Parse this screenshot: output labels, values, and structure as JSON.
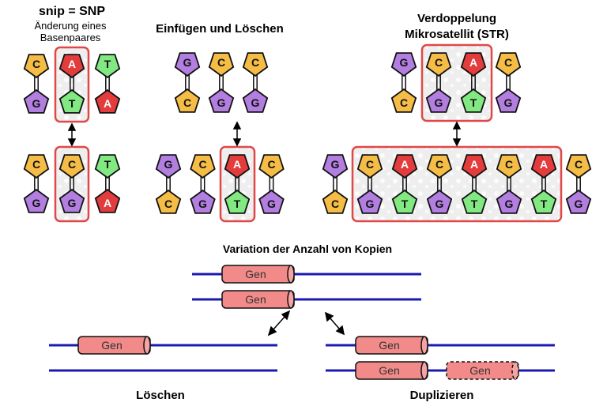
{
  "snp": {
    "title": "snip = SNP",
    "subtitle_line1": "Änderung eines",
    "subtitle_line2": "Basenpaares",
    "top": [
      [
        "C",
        "G"
      ],
      [
        "A",
        "T"
      ],
      [
        "T",
        "A"
      ]
    ],
    "bottom": [
      [
        "C",
        "G"
      ],
      [
        "C",
        "G"
      ],
      [
        "T",
        "A"
      ]
    ]
  },
  "indel": {
    "title": "Einfügen und Löschen",
    "top": [
      [
        "G",
        "C"
      ],
      [
        "C",
        "G"
      ],
      [
        "C",
        "G"
      ]
    ],
    "bottom": [
      [
        "G",
        "C"
      ],
      [
        "C",
        "G"
      ],
      [
        "A",
        "T"
      ],
      [
        "C",
        "G"
      ]
    ]
  },
  "str": {
    "title_line1": "Verdoppelung",
    "title_line2": "Mikrosatellit (STR)",
    "top": [
      [
        "G",
        "C"
      ],
      [
        "C",
        "G"
      ],
      [
        "A",
        "T"
      ],
      [
        "C",
        "G"
      ]
    ],
    "bottom": [
      [
        "G",
        "C"
      ],
      [
        "C",
        "G"
      ],
      [
        "A",
        "T"
      ],
      [
        "C",
        "G"
      ],
      [
        "A",
        "T"
      ],
      [
        "C",
        "G"
      ],
      [
        "A",
        "T"
      ],
      [
        "C",
        "G"
      ]
    ]
  },
  "cnv": {
    "title": "Variation der Anzahl von Kopien",
    "gene_label": "Gen",
    "deletion_label": "Löschen",
    "duplication_label": "Duplizieren"
  },
  "colors": {
    "C": "#f5bd46",
    "G": "#b27ee0",
    "A": "#e33c3c",
    "T": "#82e882",
    "highlight": "#e04848",
    "dna_line": "#1a1ab0",
    "gene_fill": "#f28a8a"
  }
}
